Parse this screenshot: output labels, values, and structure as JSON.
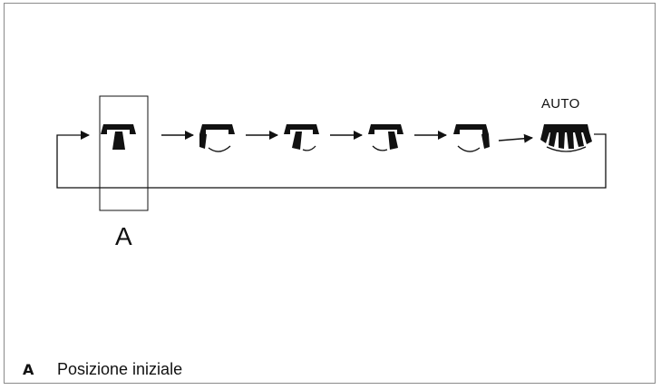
{
  "diagram": {
    "auto_label": "AUTO",
    "start_marker": "A",
    "positions": [
      "center-vents",
      "left-vent",
      "center-left-vent",
      "center-right-vent",
      "right-vent",
      "auto-all-vents"
    ],
    "icons": [
      "vent-center-icon",
      "vent-left-icon",
      "vent-center-left-icon",
      "vent-center-right-icon",
      "vent-right-icon",
      "vent-auto-icon"
    ],
    "line_color": "#111111",
    "frame_color": "#8a8a8a"
  },
  "legend": {
    "key": "A",
    "text": "Posizione iniziale"
  }
}
